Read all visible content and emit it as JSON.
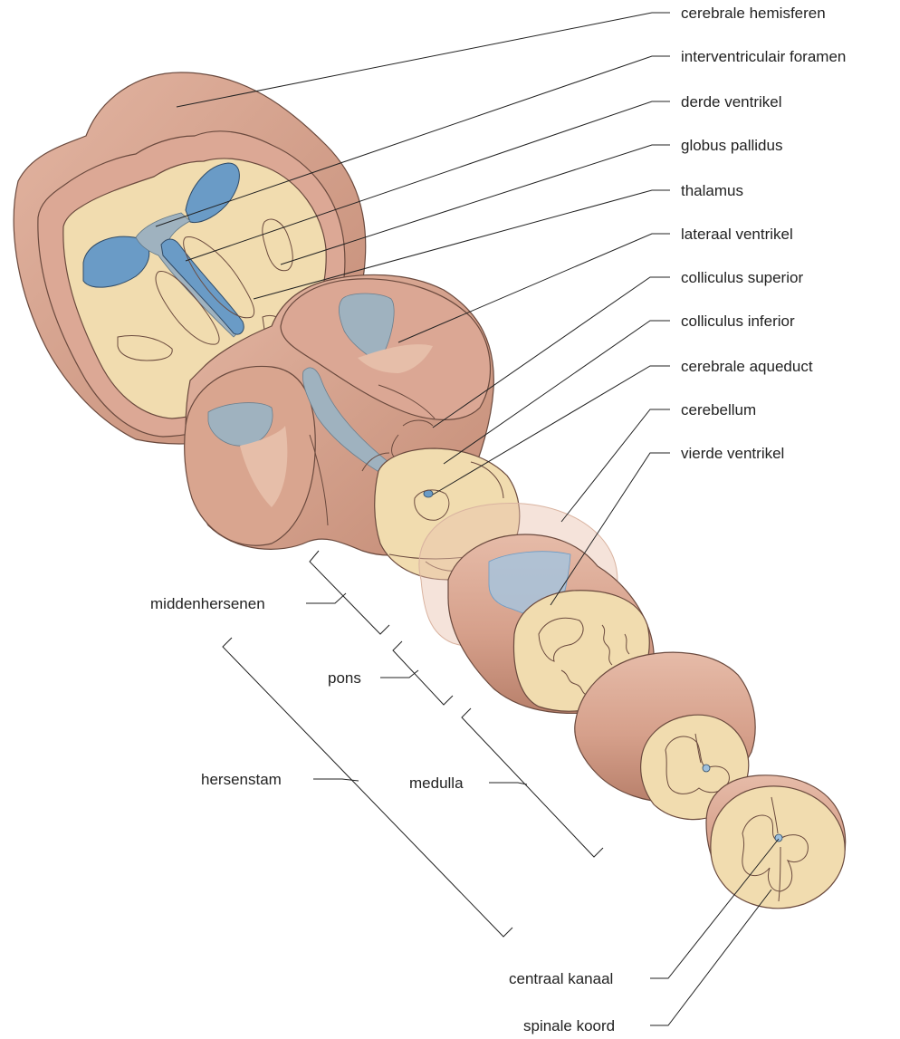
{
  "labels": {
    "cerebrale_hemisferen": "cerebrale hemisferen",
    "interventriculair_foramen": "interventriculair foramen",
    "derde_ventrikel": "derde ventrikel",
    "globus_pallidus": "globus pallidus",
    "thalamus": "thalamus",
    "lateraal_ventrikel": "lateraal ventrikel",
    "colliculus_superior": "colliculus superior",
    "colliculus_inferior": "colliculus inferior",
    "cerebrale_aqueduct": "cerebrale aqueduct",
    "cerebellum": "cerebellum",
    "vierde_ventrikel": "vierde ventrikel",
    "middenhersenen": "middenhersenen",
    "pons": "pons",
    "hersenstam": "hersenstam",
    "medulla": "medulla",
    "centraal_kanaal": "centraal kanaal",
    "spinale_koord": "spinale koord"
  },
  "colors": {
    "tissue_dark": "#c99580",
    "tissue": "#dca895",
    "tissue_light": "#e8c1ae",
    "white_matter": "#f1dcaf",
    "ventricle_blue": "#6a9bc6",
    "ventricle_grey_blue": "#9fb2bf",
    "outline": "#6b4a3e"
  }
}
